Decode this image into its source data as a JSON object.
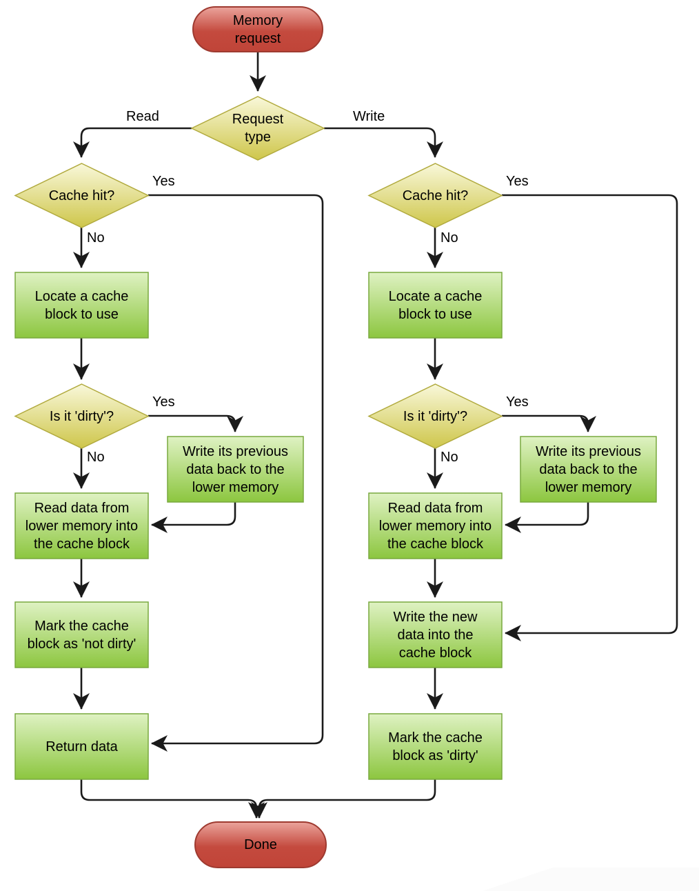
{
  "diagram": {
    "type": "flowchart",
    "topic": "Memory request cache handling (read/write)",
    "nodes": {
      "memory_request": "Memory\nrequest",
      "request_type": "Request\ntype",
      "cache_hit_read": "Cache hit?",
      "cache_hit_write": "Cache hit?",
      "locate_block_read": "Locate a cache\nblock to use",
      "locate_block_write": "Locate a cache\nblock to use",
      "is_dirty_read": "Is it 'dirty'?",
      "is_dirty_write": "Is it 'dirty'?",
      "write_back_read": "Write its previous\ndata back to the\nlower memory",
      "write_back_write": "Write its previous\ndata back to the\nlower memory",
      "read_data_read": "Read data from\nlower memory into\nthe cache block",
      "read_data_write": "Read data from\nlower memory into\nthe cache block",
      "mark_not_dirty": "Mark the cache\nblock as 'not dirty'",
      "write_new_data": "Write the new\ndata into the\ncache block",
      "return_data": "Return data",
      "mark_dirty": "Mark the cache\nblock as 'dirty'",
      "done": "Done"
    },
    "edge_labels": {
      "read": "Read",
      "write": "Write",
      "read_cache_hit_yes": "Yes",
      "read_cache_hit_no": "No",
      "write_cache_hit_yes": "Yes",
      "write_cache_hit_no": "No",
      "read_dirty_yes": "Yes",
      "read_dirty_no": "No",
      "write_dirty_yes": "Yes",
      "write_dirty_no": "No"
    }
  },
  "colors": {
    "terminator_fill_top": "#eba49c",
    "terminator_fill_bottom": "#c44a3e",
    "terminator_border": "#9e3a30",
    "process_fill_top": "#dff2c3",
    "process_fill_bottom": "#8cc63f",
    "process_border": "#79a93f",
    "decision_fill_top": "#f9f8da",
    "decision_fill_bottom": "#cec64a",
    "decision_border": "#b1aa3e",
    "connector": "#1a1a1a",
    "text": "#000000",
    "background": "#ffffff"
  }
}
